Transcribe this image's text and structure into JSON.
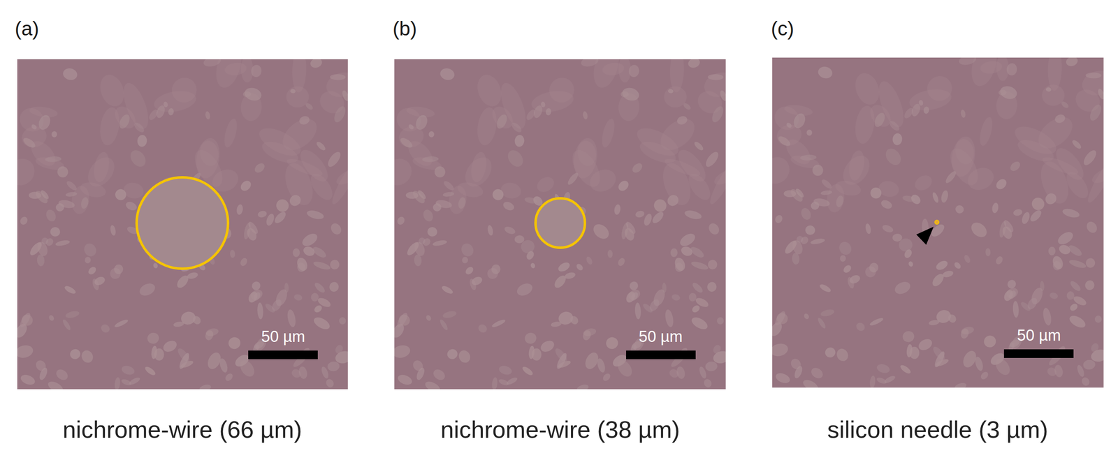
{
  "diagram": {
    "labels": [
      "(a)",
      "(b)",
      "(c)",
      "50 µm",
      "50 µm",
      "50 µm",
      "nichrome-wire (66 µm)",
      "nichrome-wire (38 µm)",
      "silicon needle (3 µm)"
    ]
  }
}
